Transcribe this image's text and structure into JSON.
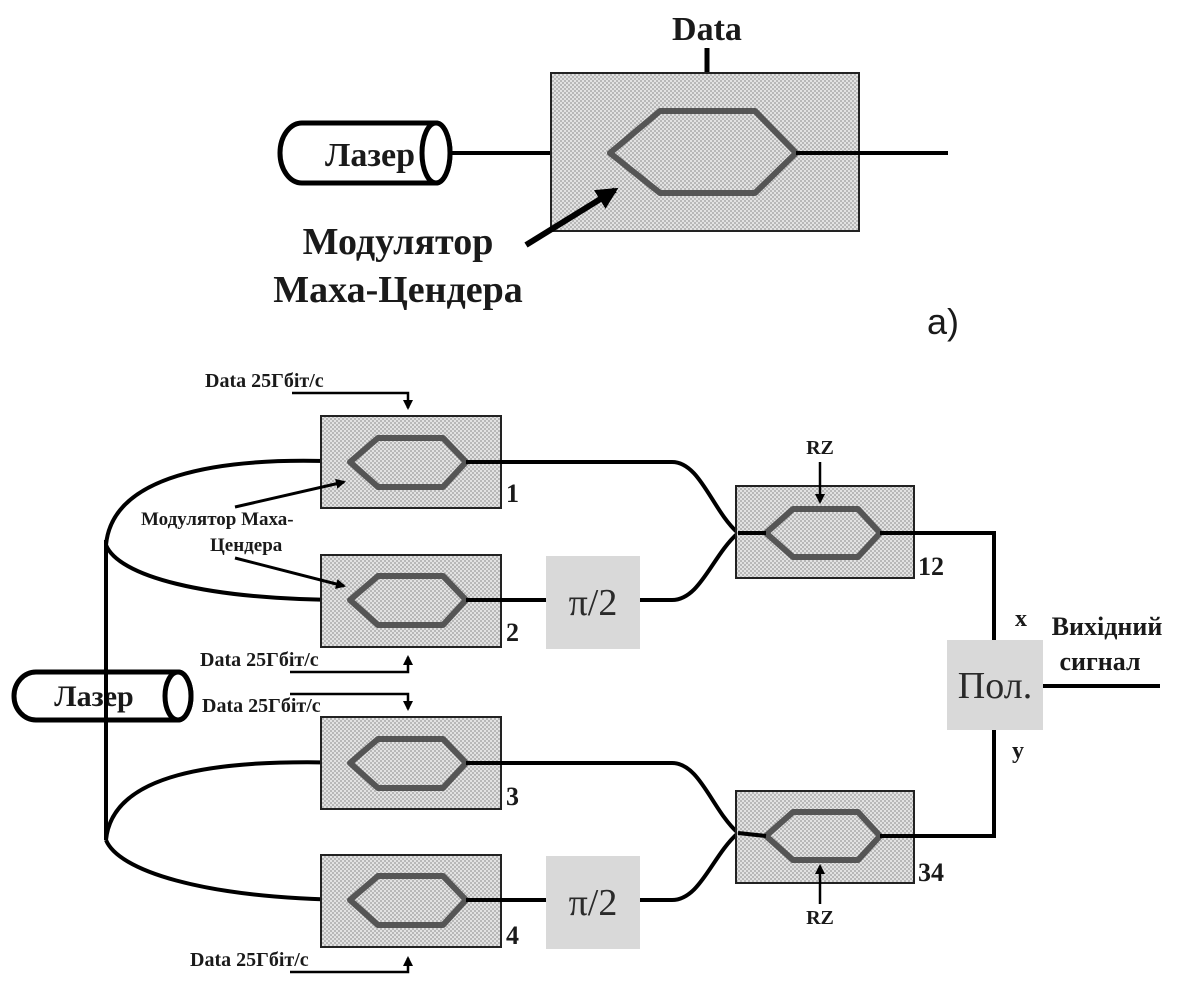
{
  "top": {
    "data_label": "Data",
    "laser_label": "Лазер",
    "modulator_line1": "Модулятор",
    "modulator_line2": "Маха-Цендера",
    "panel_label": "а)"
  },
  "bottom": {
    "laser_label": "Лазер",
    "modulator_line1": "Модулятор Маха-",
    "modulator_line2": "Цендера",
    "data_labels": [
      "Data 25Гбіт/с",
      "Data 25Гбіт/с",
      "Data 25Гбіт/с",
      "Data 25Гбіт/с"
    ],
    "modulator_numbers": [
      "1",
      "2",
      "3",
      "4",
      "12",
      "34"
    ],
    "phase_labels": [
      "π/2",
      "π/2"
    ],
    "rz_labels": [
      "RZ",
      "RZ"
    ],
    "polarizer_label": "Пол.",
    "x_label": "x",
    "y_label": "y",
    "output_line1": "Вихідний",
    "output_line2": "сигнал"
  }
}
